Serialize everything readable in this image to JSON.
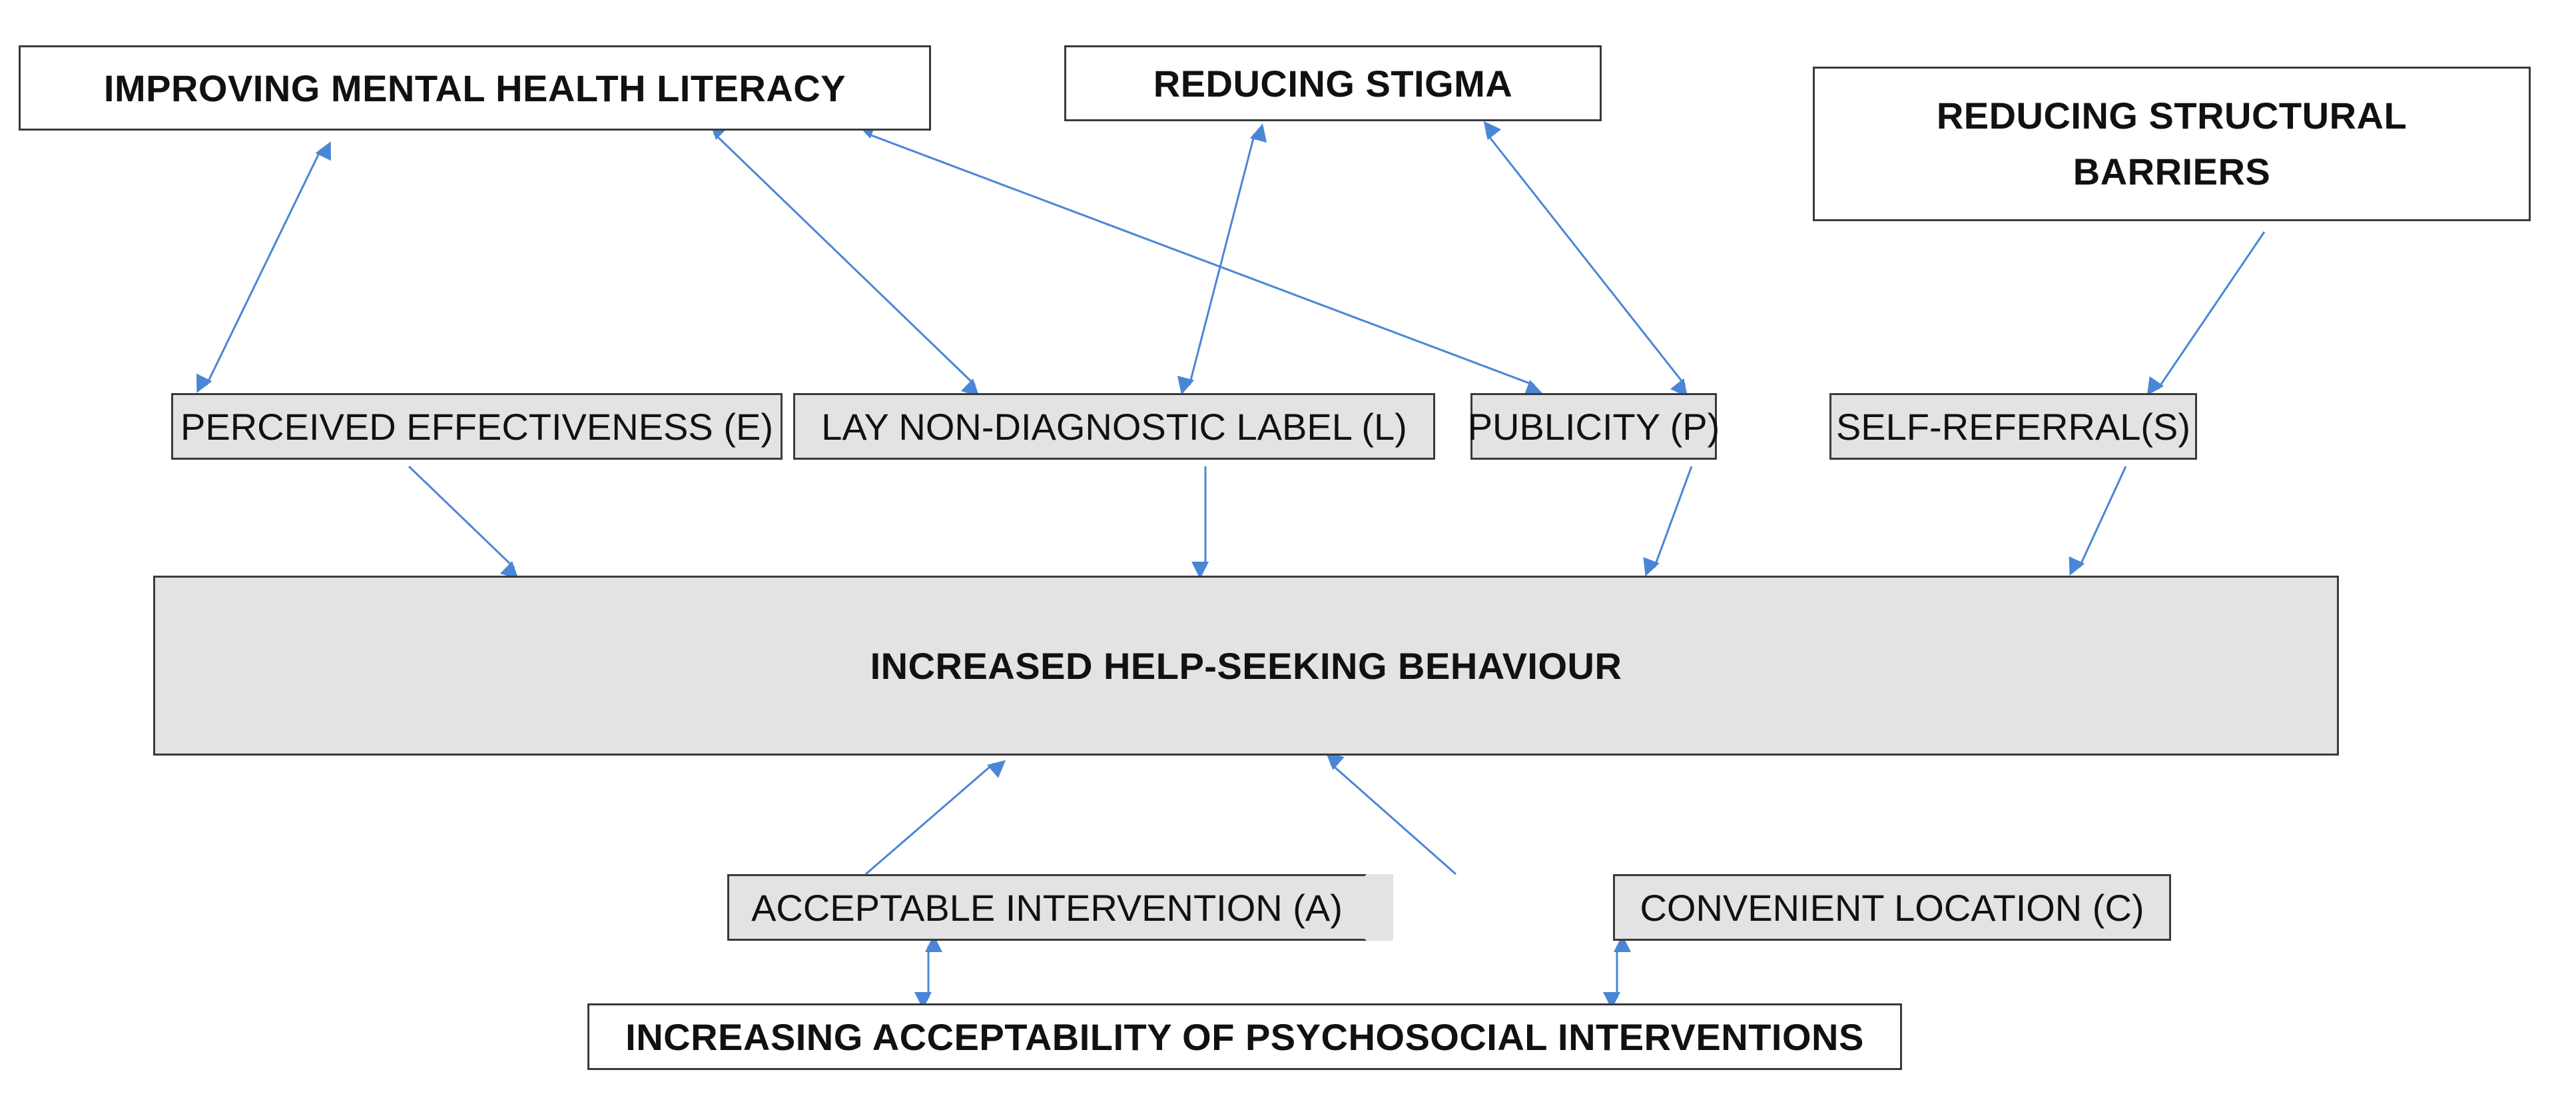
{
  "diagram": {
    "title": "",
    "nodes": {
      "improving_mhl": "IMPROVING MENTAL HEALTH LITERACY",
      "reducing_stigma": "REDUCING STIGMA",
      "reducing_structural": "REDUCING STRUCTURAL BARRIERS",
      "perceived_effectiveness": "PERCEIVED EFFECTIVENESS (E)",
      "lay_label": "LAY NON-DIAGNOSTIC LABEL (L)",
      "publicity": "PUBLICITY (P)",
      "self_referral": "SELF-REFERRAL(S)",
      "increased_help_seeking": "INCREASED HELP-SEEKING BEHAVIOUR",
      "acceptable_intervention": "ACCEPTABLE INTERVENTION (A)",
      "convenient_location": "CONVENIENT LOCATION (C)",
      "increasing_acceptability": "INCREASING ACCEPTABILITY OF PSYCHOSOCIAL INTERVENTIONS"
    },
    "edges": [
      {
        "from": "improving_mhl",
        "to": "perceived_effectiveness",
        "direction": "both"
      },
      {
        "from": "improving_mhl",
        "to": "lay_label",
        "direction": "both"
      },
      {
        "from": "improving_mhl",
        "to": "publicity",
        "direction": "both"
      },
      {
        "from": "reducing_stigma",
        "to": "lay_label",
        "direction": "both"
      },
      {
        "from": "reducing_stigma",
        "to": "publicity",
        "direction": "both"
      },
      {
        "from": "reducing_structural",
        "to": "self_referral",
        "direction": "forward"
      },
      {
        "from": "perceived_effectiveness",
        "to": "increased_help_seeking",
        "direction": "forward"
      },
      {
        "from": "lay_label",
        "to": "increased_help_seeking",
        "direction": "forward"
      },
      {
        "from": "publicity",
        "to": "increased_help_seeking",
        "direction": "forward"
      },
      {
        "from": "self_referral",
        "to": "increased_help_seeking",
        "direction": "forward"
      },
      {
        "from": "acceptable_intervention",
        "to": "increased_help_seeking",
        "direction": "forward"
      },
      {
        "from": "convenient_location",
        "to": "increased_help_seeking",
        "direction": "forward"
      },
      {
        "from": "acceptable_intervention",
        "to": "increasing_acceptability",
        "direction": "both"
      },
      {
        "from": "convenient_location",
        "to": "increasing_acceptability",
        "direction": "both"
      }
    ],
    "colors": {
      "arrow": "#4a86d6",
      "node_fill_grey": "#e3e3e3",
      "node_border": "#3a3a3a"
    }
  }
}
